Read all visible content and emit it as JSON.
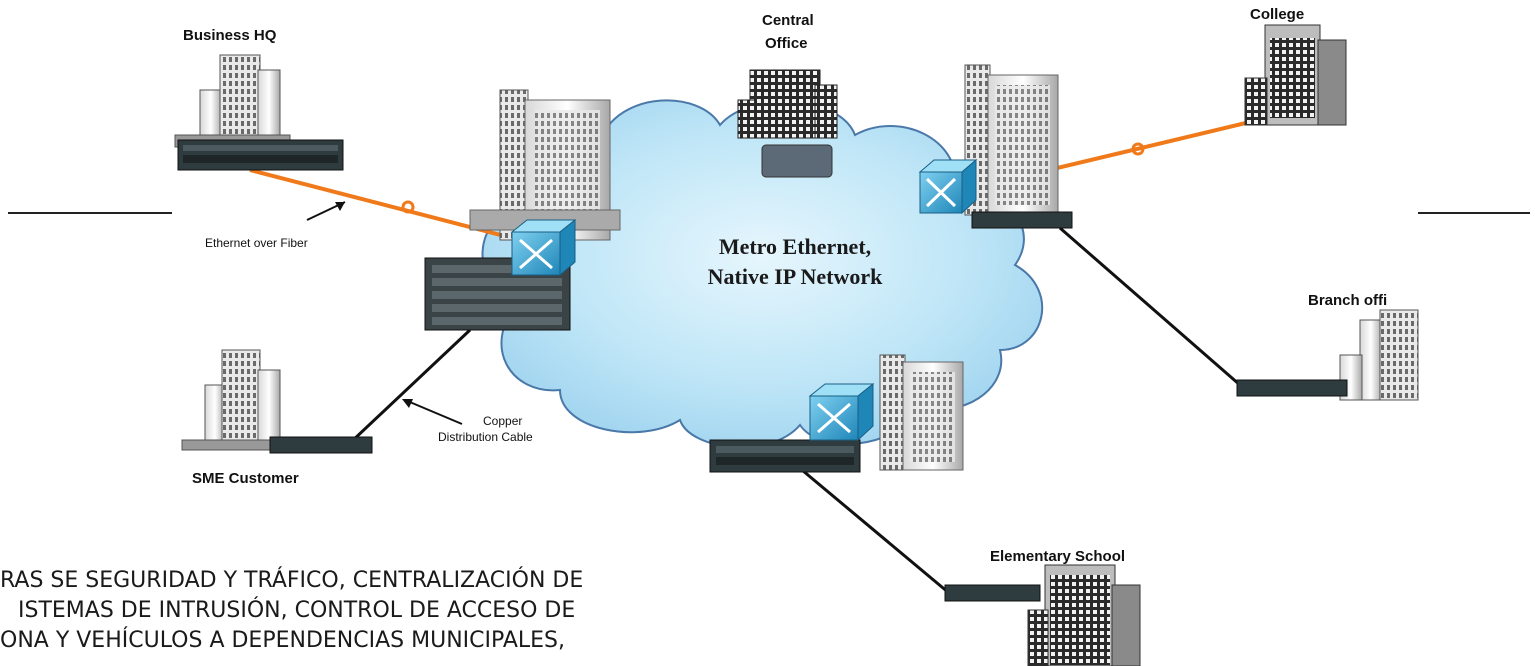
{
  "diagram": {
    "cloud": {
      "line1": "Metro Ethernet,",
      "line2": "Native IP Network"
    },
    "labels": {
      "business_hq": "Business HQ",
      "central_office_1": "Central",
      "central_office_2": "Office",
      "college": "College",
      "branch_office": "Branch offi",
      "sme_customer": "SME Customer",
      "elementary_school": "Elementary School",
      "ethernet_over_fiber": "Ethernet over Fiber",
      "copper_1": "Copper",
      "copper_2": "Distribution Cable"
    },
    "colors": {
      "fiber": "#f07a1a",
      "cloud_fill": "#bfe6f7",
      "cloud_edge": "#4a78a8",
      "switch": "#37a6d6"
    }
  },
  "body_text": {
    "line1": "RAS SE SEGURIDAD Y TRÁFICO, CENTRALIZACIÓN DE",
    "line2": "ISTEMAS DE INTRUSIÓN, CONTROL DE ACCESO DE",
    "line3": "ONA Y VEHÍCULOS A DEPENDENCIAS MUNICIPALES,"
  }
}
